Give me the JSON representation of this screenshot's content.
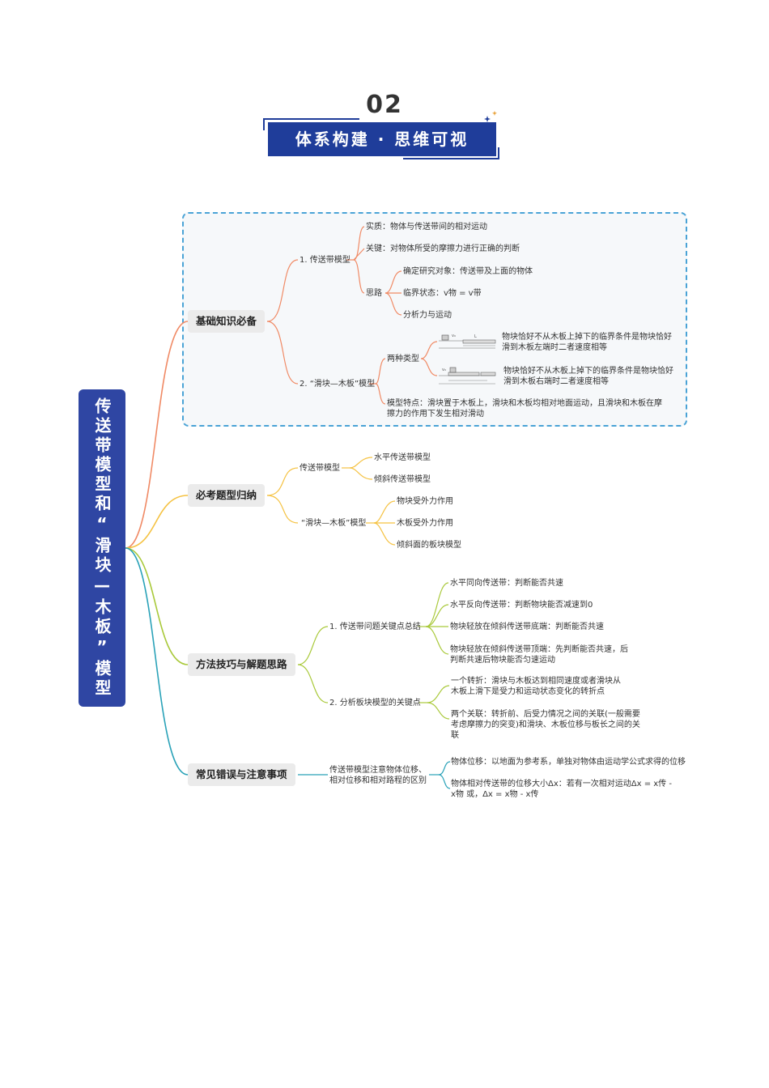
{
  "header": {
    "number": "02",
    "title": "体系构建 · 思维可视"
  },
  "root": {
    "title": "传送带模型和“滑块—木板”模型"
  },
  "branches": {
    "b1": {
      "title": "基础知识必备",
      "c1": {
        "title": "1. 传送带模型",
        "substance": "实质：物体与传送带间的相对运动",
        "key": "关键：对物体所受的摩擦力进行正确的判断",
        "idea": "思路",
        "idea_items": [
          "确定研究对象：传送带及上面的物体",
          "临界状态：v物 = v带",
          "分析力与运动"
        ]
      },
      "c2": {
        "title": "2. “滑块—木板”模型",
        "types": "两种类型",
        "type_items": [
          "物块恰好不从木板上掉下的临界条件是物块恰好滑到木板左端时二者速度相等",
          "物块恰好不从木板上掉下的临界条件是物块恰好滑到木板右端时二者速度相等"
        ],
        "feature": "模型特点：滑块置于木板上，滑块和木板均相对地面运动，且滑块和木板在摩擦力的作用下发生相对滑动"
      }
    },
    "b2": {
      "title": "必考题型归纳",
      "c1": {
        "title": "传送带模型",
        "items": [
          "水平传送带模型",
          "倾斜传送带模型"
        ]
      },
      "c2": {
        "title": "“滑块—木板”模型",
        "items": [
          "物块受外力作用",
          "木板受外力作用",
          "倾斜面的板块模型"
        ]
      }
    },
    "b3": {
      "title": "方法技巧与解题思路",
      "c1": {
        "title": "1. 传送带问题关键点总结",
        "items": [
          "水平同向传送带：判断能否共速",
          "水平反向传送带：判断物块能否减速到0",
          "物块轻放在倾斜传送带底端：判断能否共速",
          "物块轻放在倾斜传送带顶端：先判断能否共速，后判断共速后物块能否匀速运动"
        ]
      },
      "c2": {
        "title": "2. 分析板块模型的关键点",
        "items": [
          "一个转折：滑块与木板达到相同速度或者滑块从木板上滑下是受力和运动状态变化的转折点",
          "两个关联：转折前、后受力情况之间的关联(一般需要考虑摩擦力的突变)和滑块、木板位移与板长之间的关联"
        ]
      }
    },
    "b4": {
      "title": "常见错误与注意事项",
      "c1": {
        "title": "传送带模型注意物体位移、相对位移和相对路程的区别",
        "items": [
          "物体位移：以地面为参考系，单独对物体由运动学公式求得的位移",
          "物体相对传送带的位移大小Δx：若有一次相对运动Δx = x传 - x物 或，Δx = x物 - x传"
        ]
      }
    }
  },
  "colors": {
    "b1": "#f08a65",
    "b2": "#f5c242",
    "b3": "#a9c93a",
    "b4": "#2aa2b8",
    "root": "#2f46a3",
    "banner": "#1f3d9a"
  }
}
